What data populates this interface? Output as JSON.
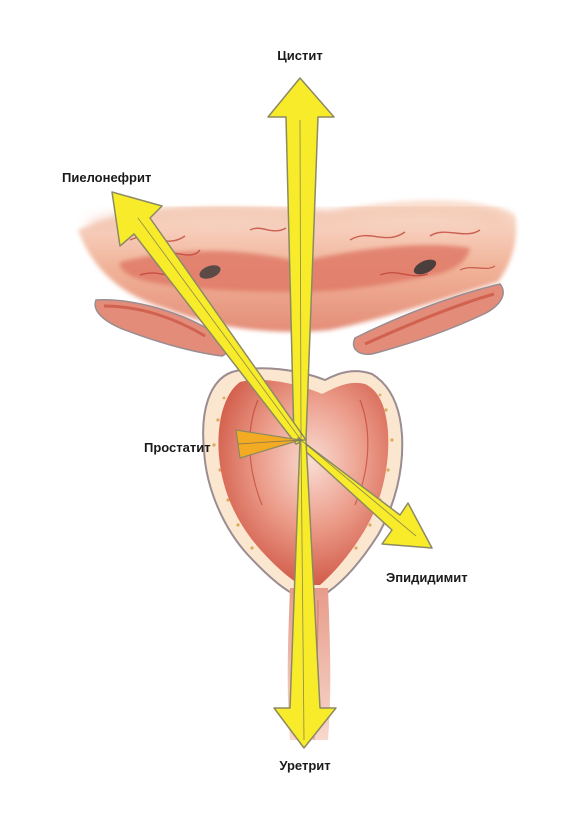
{
  "labels": {
    "cystitis": "Цистит",
    "pyelonephritis": "Пиелонефрит",
    "prostatitis": "Простатит",
    "epididymitis": "Эпидидимит",
    "urethritis": "Уретрит"
  },
  "colors": {
    "arrow_fill": "#f8ec2a",
    "arrow_stroke": "#8c8a62",
    "prostatitis_wedge": "#f2ab22",
    "tissue_light": "#f6c0a4",
    "tissue_mid": "#e7907e",
    "tissue_dark": "#c84c3a",
    "vessel": "#b8352c",
    "wall_outline": "#9a8c90",
    "fat_yellow": "#f4dc8a"
  },
  "icons": {
    "arrow_up": "double-arrow-cystitis",
    "arrow_upper_left": "arrow-pyelonephritis",
    "arrow_left": "wedge-prostatitis",
    "arrow_lower_right": "arrow-epididymitis",
    "arrow_down": "double-arrow-urethritis"
  }
}
